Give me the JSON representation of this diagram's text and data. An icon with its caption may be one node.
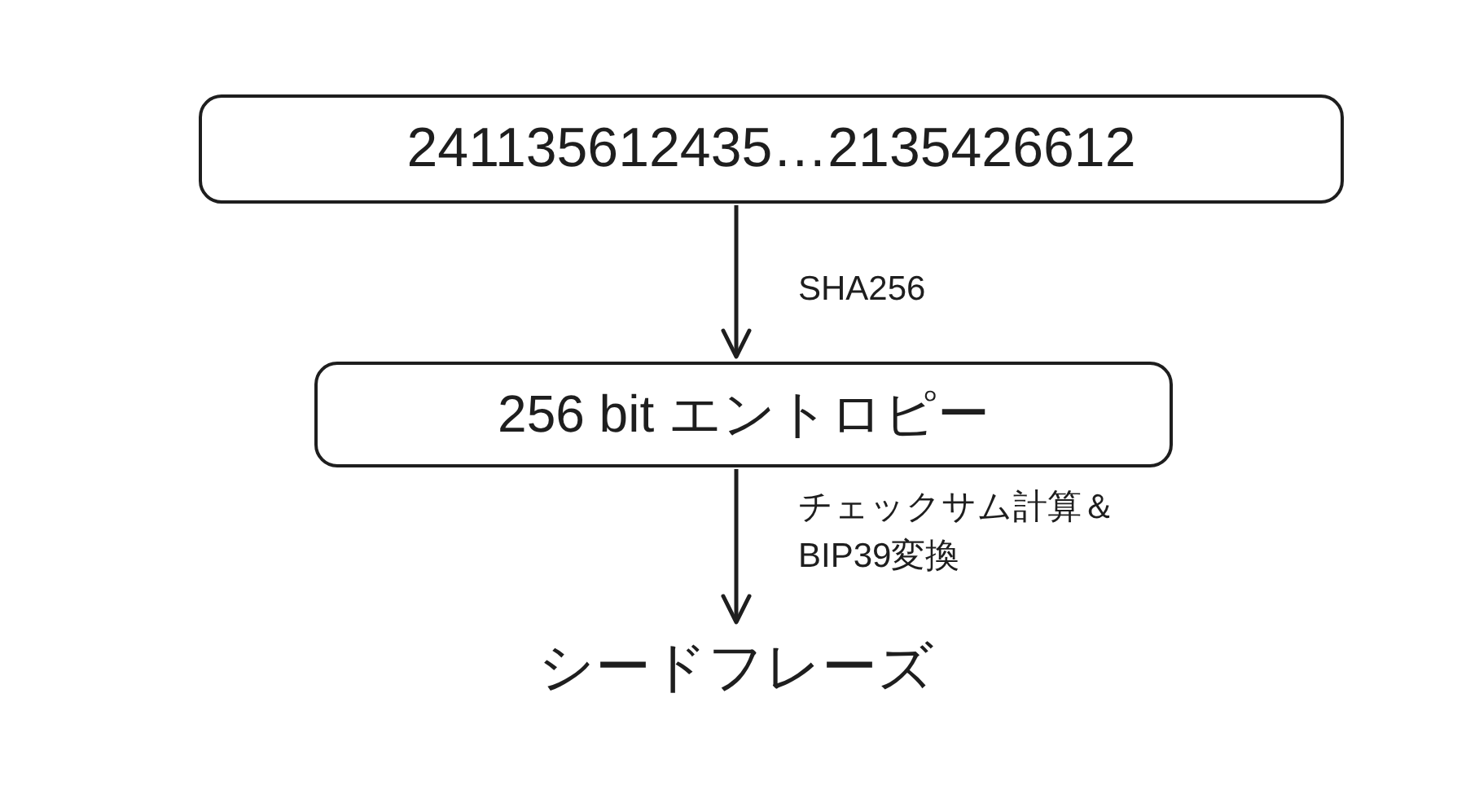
{
  "diagram": {
    "nodes": [
      {
        "text": [
          "241135612435…2135426612"
        ]
      },
      {
        "text": [
          "256 bit エントロピー"
        ]
      },
      {
        "text": [
          "シードフレーズ"
        ]
      }
    ],
    "edges": [
      {
        "from": 0,
        "to": 1,
        "arrow": "to",
        "label": "SHA256"
      },
      {
        "from": 1,
        "to": 2,
        "arrow": "to",
        "label": "チェックサム計算＆BIP39変換"
      }
    ]
  }
}
